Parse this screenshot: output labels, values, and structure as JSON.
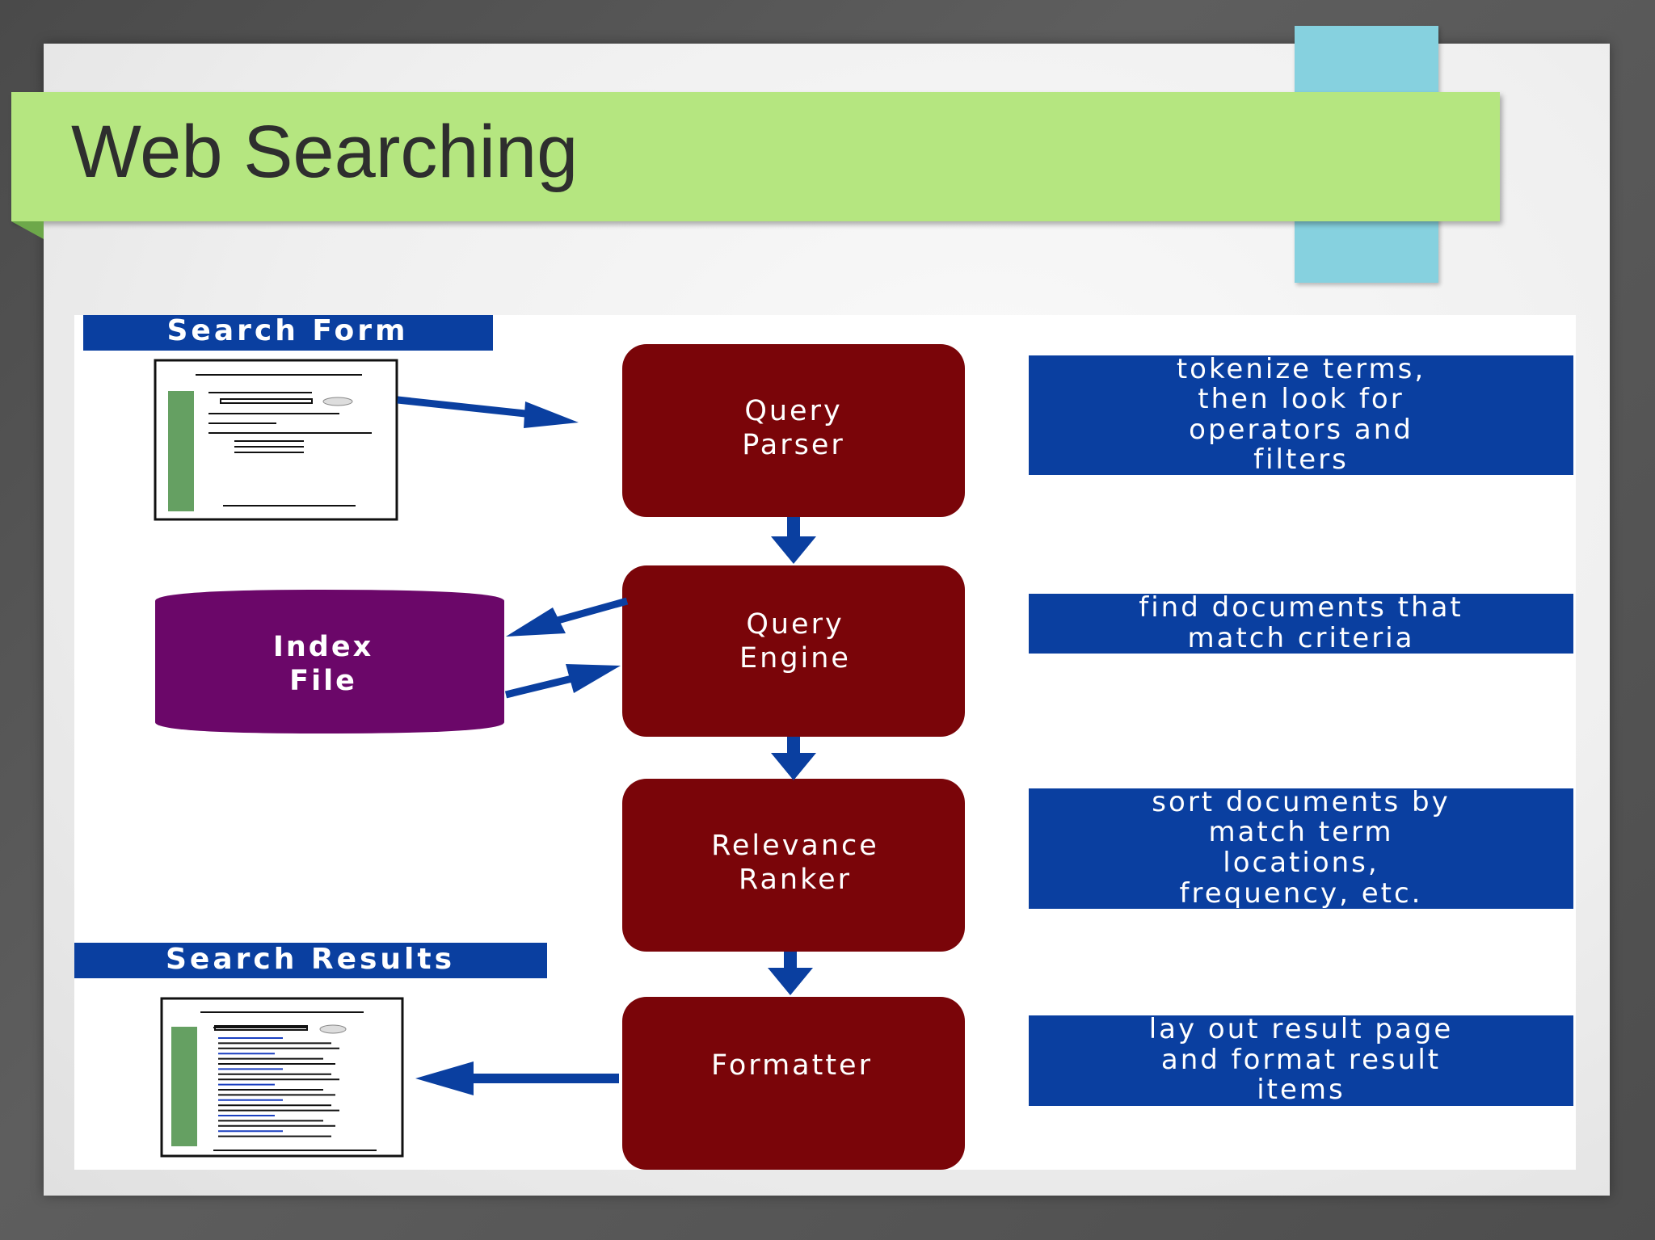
{
  "title": "Web Searching",
  "diagram": {
    "search_form_label": "Search Form",
    "search_results_label": "Search Results",
    "index_file_label": [
      "Index",
      "File"
    ],
    "boxes": [
      {
        "id": "query-parser",
        "lines": [
          "Query",
          "Parser"
        ]
      },
      {
        "id": "query-engine",
        "lines": [
          "Query",
          "Engine"
        ]
      },
      {
        "id": "relevance-ranker",
        "lines": [
          "Relevance",
          "Ranker"
        ]
      },
      {
        "id": "formatter",
        "lines": [
          "Formatter"
        ]
      }
    ],
    "notes": [
      {
        "id": "note-parser",
        "lines": [
          "tokenize terms,",
          "then look for",
          "operators and",
          "filters"
        ]
      },
      {
        "id": "note-engine",
        "lines": [
          "find documents that",
          "match criteria"
        ]
      },
      {
        "id": "note-ranker",
        "lines": [
          "sort documents by",
          "match term",
          "locations,",
          "frequency, etc."
        ]
      },
      {
        "id": "note-formatter",
        "lines": [
          "lay out result page",
          "and format result",
          "items"
        ]
      }
    ]
  },
  "colors": {
    "box_fill": "#7a0509",
    "label_fill": "#0a3fa0",
    "index_fill": "#6b0769",
    "arrow": "#0a3fa0",
    "title_bar": "#b5e680",
    "doc_sidebar": "#65a062"
  }
}
